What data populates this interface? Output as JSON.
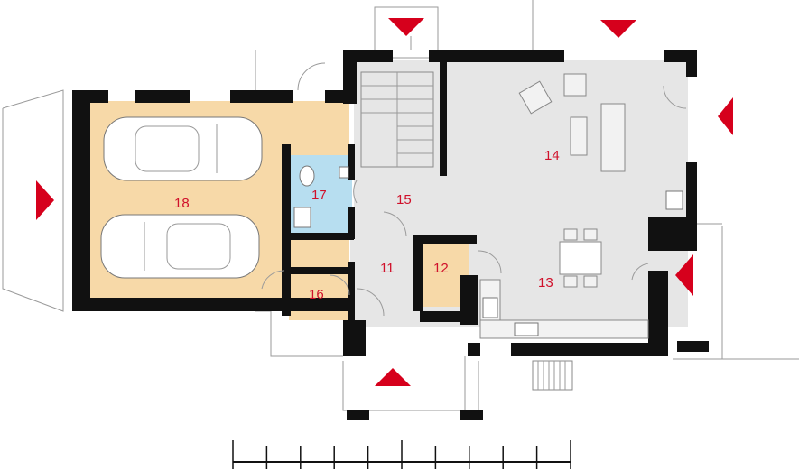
{
  "rooms": [
    {
      "id": "room-11",
      "label": "11"
    },
    {
      "id": "room-12",
      "label": "12"
    },
    {
      "id": "room-13",
      "label": "13"
    },
    {
      "id": "room-14",
      "label": "14"
    },
    {
      "id": "room-15",
      "label": "15"
    },
    {
      "id": "room-16",
      "label": "16"
    },
    {
      "id": "room-17",
      "label": "17"
    },
    {
      "id": "room-18",
      "label": "18"
    }
  ],
  "colors": {
    "garage": "#f7d9a8",
    "bathroom": "#b7def0",
    "interior": "#e6e6e6",
    "wall": "#111111",
    "label": "#d0112b",
    "arrow": "#d6001c"
  },
  "icons": [
    "view-arrow-icon",
    "car-icon",
    "sofa-icon",
    "armchair-icon",
    "dining-table-icon",
    "wc-icon",
    "sink-icon",
    "stove-icon",
    "stairs-icon"
  ],
  "scale_bar": {
    "segments": 10
  }
}
